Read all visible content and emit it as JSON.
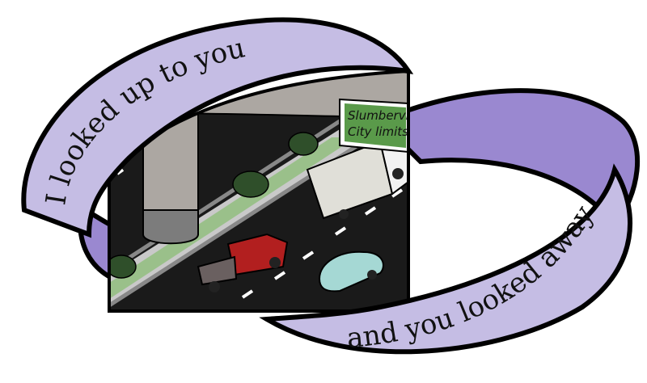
{
  "ribbon": {
    "top_text": "I looked up to you",
    "bottom_text": "and you looked away",
    "colors": {
      "light": "#c5bde4",
      "dark": "#9a88d0",
      "outline": "#000000"
    }
  },
  "scene": {
    "sign": {
      "line1": "Slumberville",
      "line2": "City limits",
      "color": "#5a9a4a"
    },
    "colors": {
      "road": "#1a1a1a",
      "overpass": "#aca7a2",
      "median": "#9ac08a",
      "bush": "#2f4f2a",
      "truck": "#e0dfd8",
      "pickup": "#b21f1f",
      "pickup_bed": "#6a6060",
      "car": "#a5d8d4"
    }
  }
}
